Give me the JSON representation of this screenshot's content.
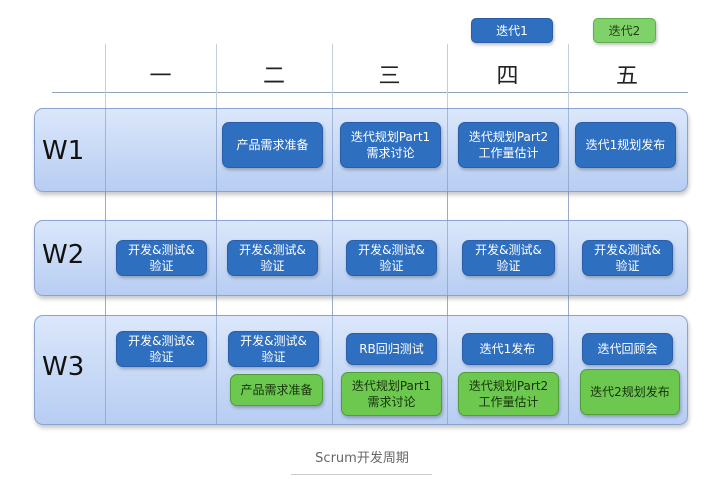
{
  "legend": {
    "iter1": "迭代1",
    "iter2": "迭代2"
  },
  "days": [
    "一",
    "二",
    "三",
    "四",
    "五"
  ],
  "weeks": [
    "W1",
    "W2",
    "W3"
  ],
  "tasks": {
    "w1_tue": "产品需求准备",
    "w1_wed": "迭代规划Part1\n需求讨论",
    "w1_thu": "迭代规划Part2\n工作量估计",
    "w1_fri": "迭代1规划发布",
    "w2_mon": "开发&测试&\n验证",
    "w2_tue": "开发&测试&\n验证",
    "w2_wed": "开发&测试&\n验证",
    "w2_thu": "开发&测试&\n验证",
    "w2_fri": "开发&测试&\n验证",
    "w3_mon": "开发&测试&\n验证",
    "w3_tue": "开发&测试&\n验证",
    "w3_wed": "RB回归测试",
    "w3_thu": "迭代1发布",
    "w3_fri": "迭代回顾会",
    "w3_tue_green": "产品需求准备",
    "w3_wed_green": "迭代规划Part1\n需求讨论",
    "w3_thu_green": "迭代规划Part2\n工作量估计",
    "w3_fri_green": "迭代2规划发布"
  },
  "caption": "Scrum开发周期",
  "colors": {
    "iteration1": "#2f6fc0",
    "iteration2": "#6cc84f",
    "band": "#c5d8f6"
  }
}
